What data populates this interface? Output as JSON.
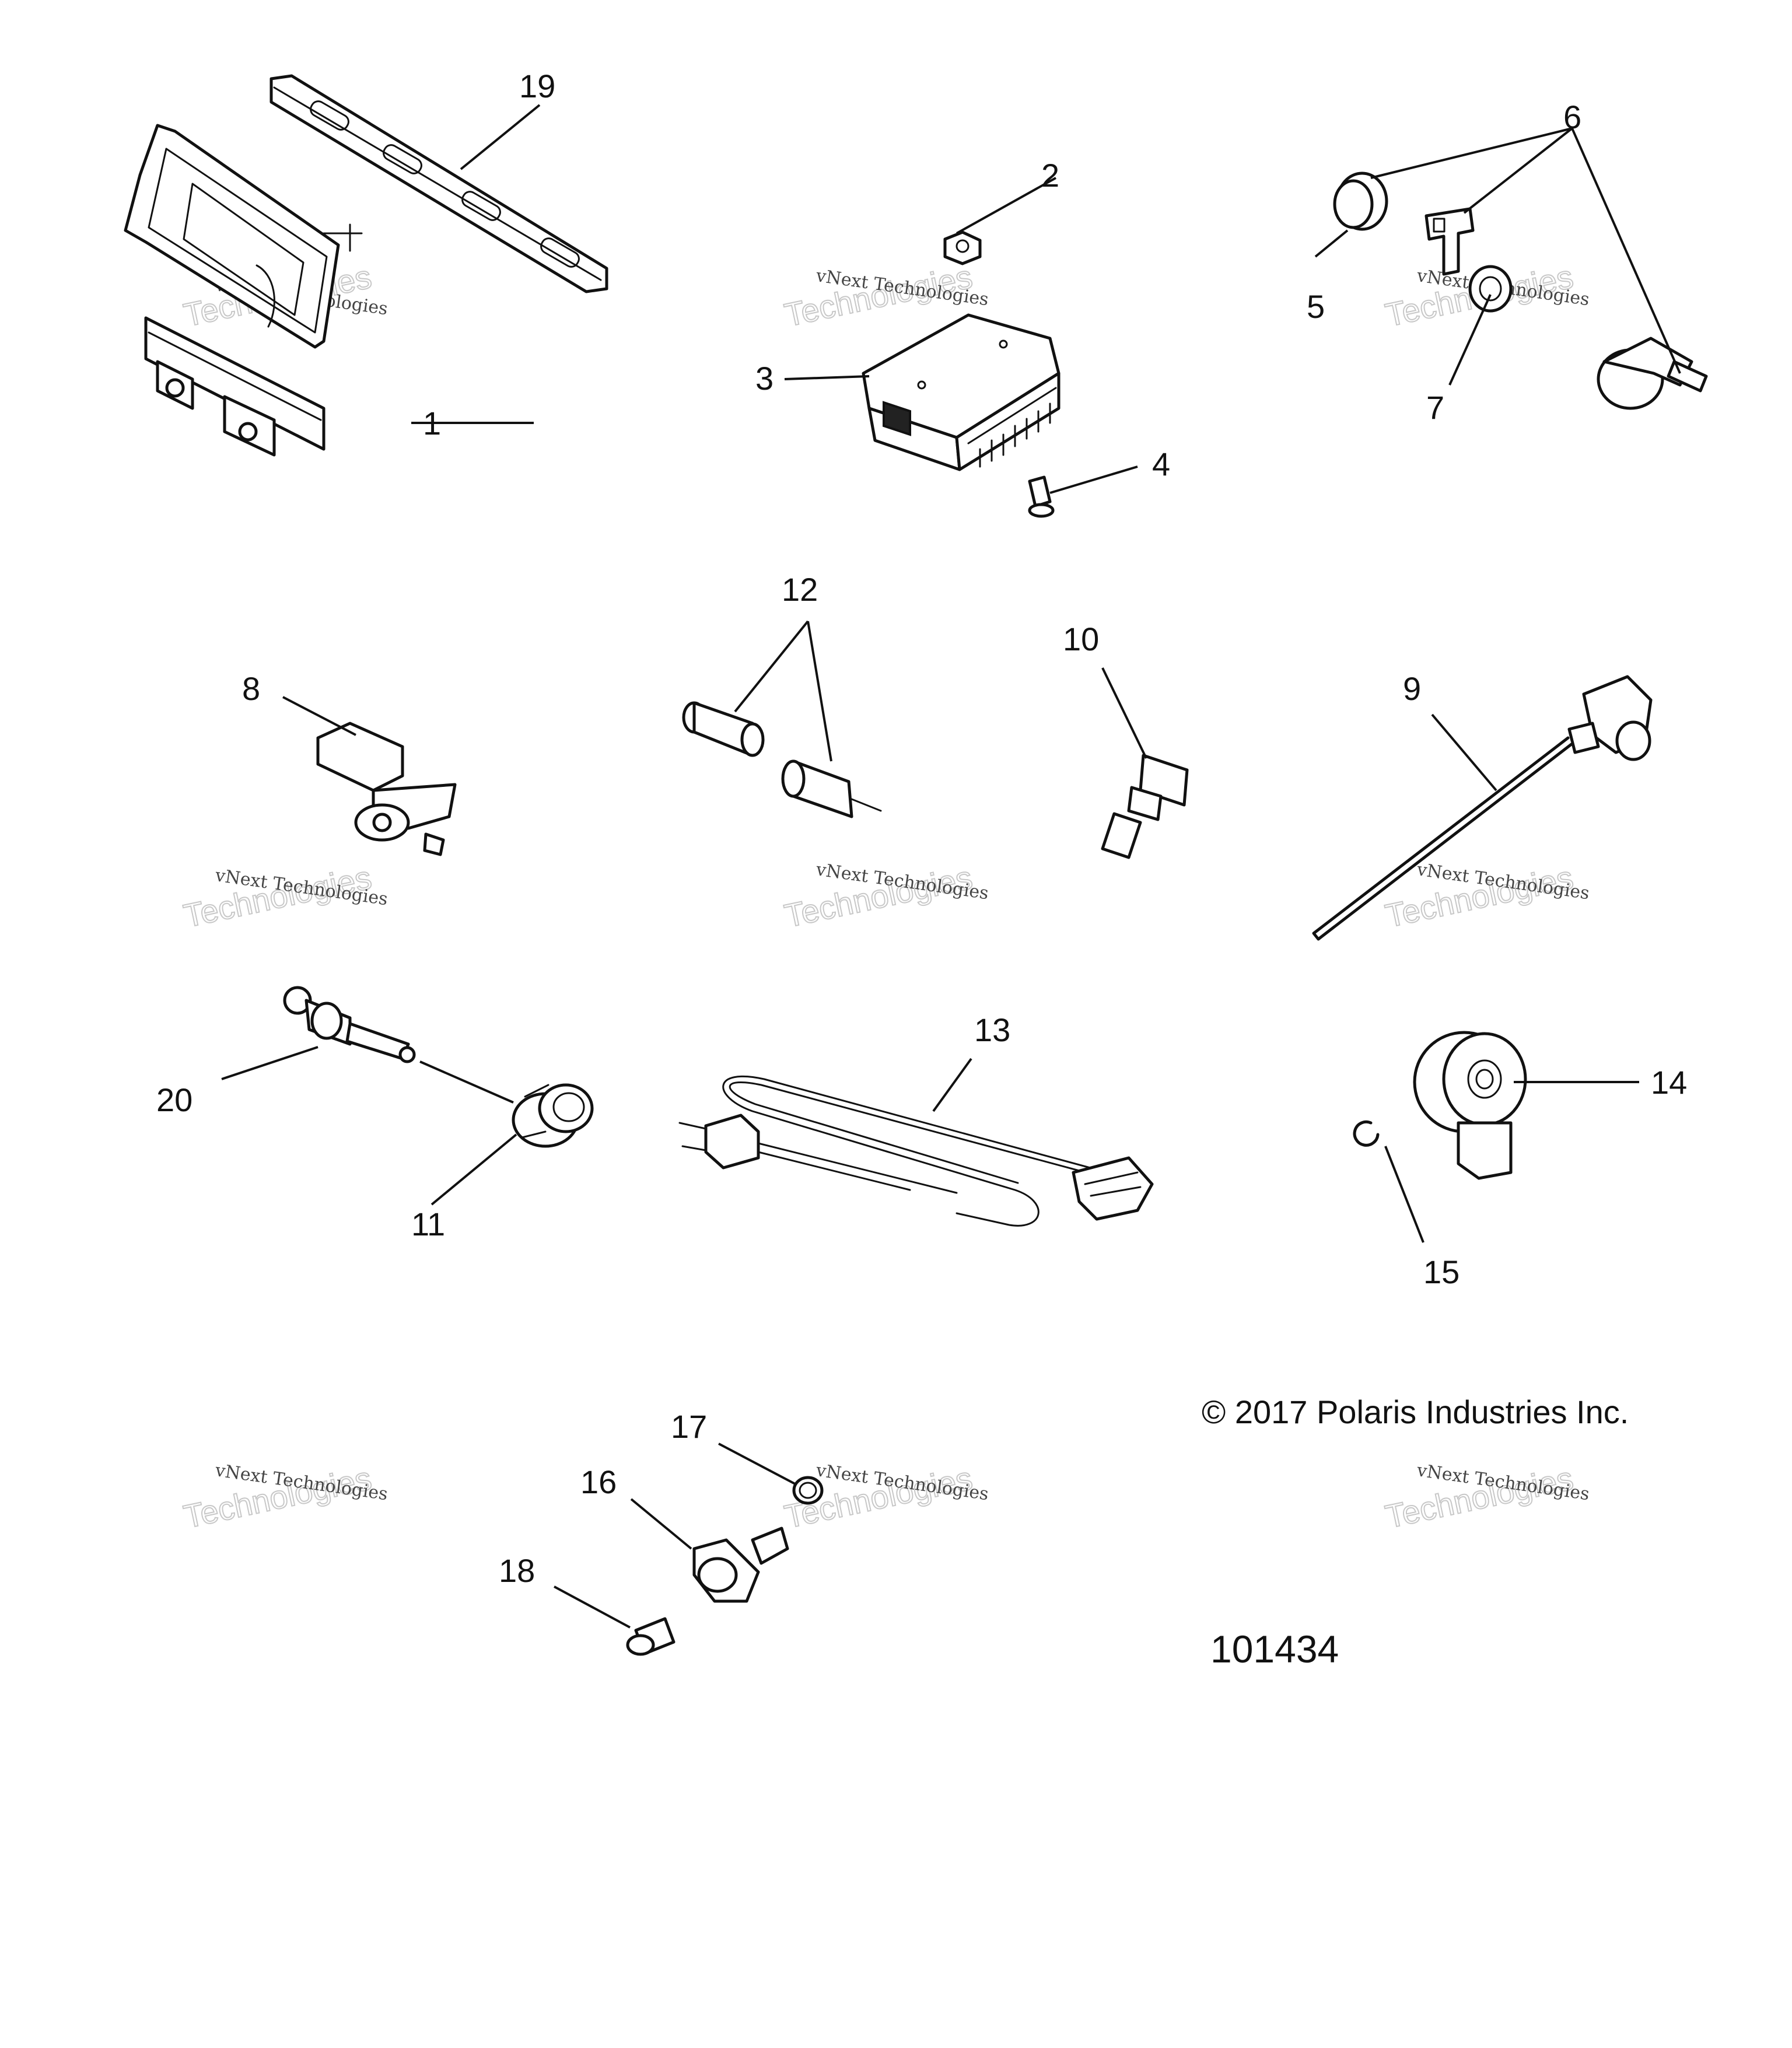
{
  "callouts": [
    "1",
    "2",
    "3",
    "4",
    "5",
    "6",
    "7",
    "8",
    "9",
    "10",
    "11",
    "12",
    "13",
    "14",
    "15",
    "16",
    "17",
    "18",
    "19",
    "20"
  ],
  "watermark": {
    "line1": "vNext Technologies",
    "line2": "Technologies"
  },
  "copyright": "© 2017 Polaris Industries Inc.",
  "diagram_id": "101434"
}
